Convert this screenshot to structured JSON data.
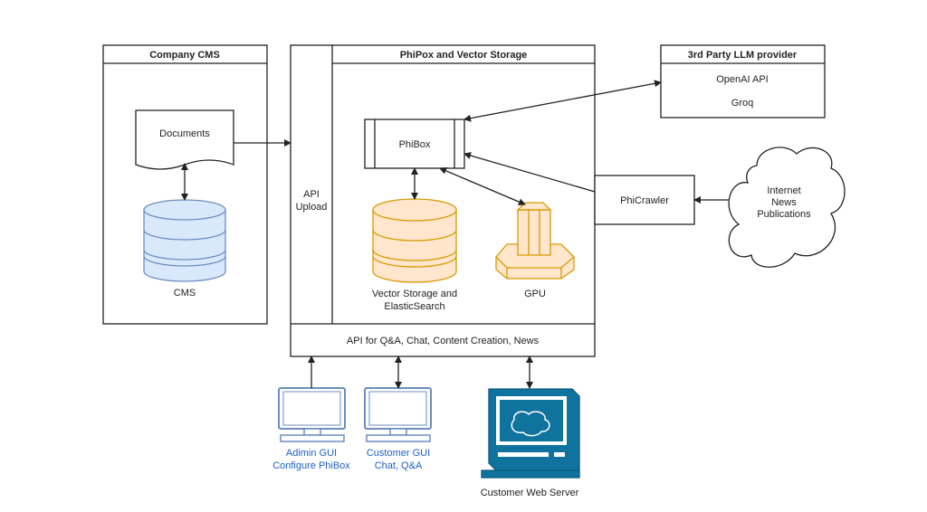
{
  "company_cms": {
    "title": "Company CMS",
    "documents": "Documents",
    "cms": "CMS"
  },
  "phibox_panel": {
    "title": "PhiPox and Vector Storage",
    "api_upload": [
      "API",
      "Upload"
    ],
    "phibox": "PhiBox",
    "vector_storage": [
      "Vector Storage and",
      "ElasticSearch"
    ],
    "gpu": "GPU",
    "api_bar": "API for Q&A, Chat, Content Creation, News"
  },
  "llm_provider": {
    "title": "3rd Party LLM provider",
    "items": [
      "OpenAI API",
      "Groq"
    ]
  },
  "phicrawler": "PhiCrawler",
  "internet": [
    "Internet",
    "News",
    "Publications"
  ],
  "clients": {
    "admin": [
      "Adimin GUI",
      "Configure PhiBox"
    ],
    "customer": [
      "Customer GUI",
      "Chat, Q&A"
    ],
    "server": "Customer Web Server"
  },
  "colors": {
    "blue_fill": "#dae8fc",
    "blue_stroke": "#6c8ebf",
    "orange_fill": "#ffe6cc",
    "orange_stroke": "#d79b00",
    "monitor_stroke": "#6c8ebf",
    "server_fill": "#10739e"
  }
}
